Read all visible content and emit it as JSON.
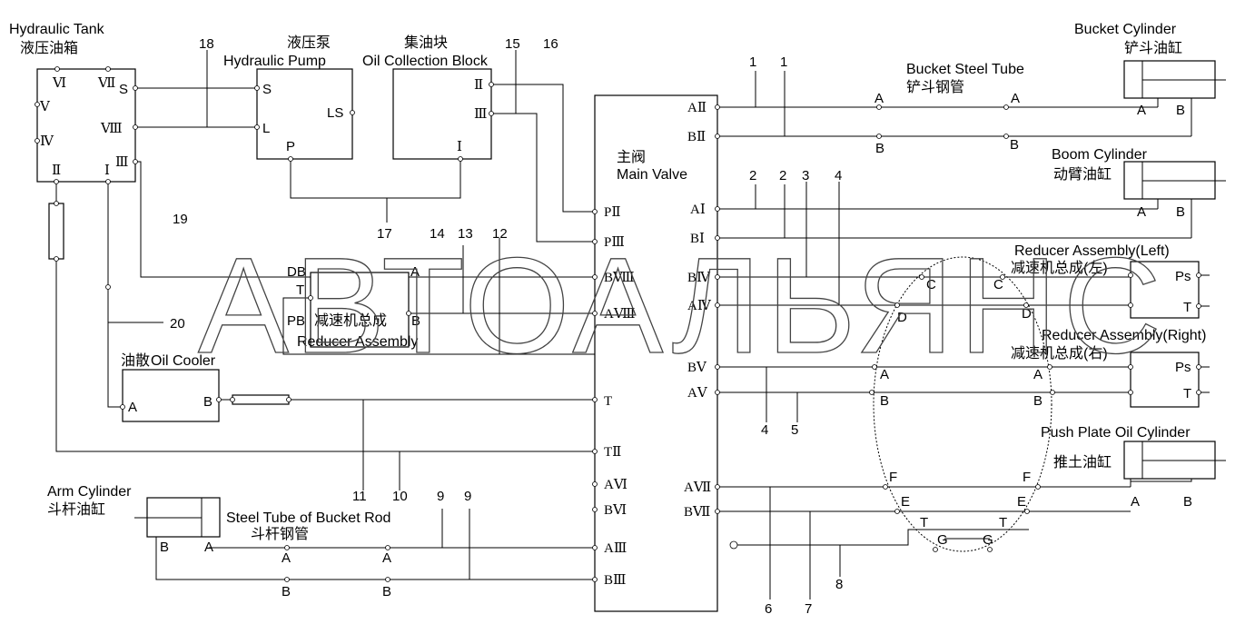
{
  "components": {
    "hydraulic_tank": {
      "en": "Hydraulic Tank",
      "cn": "液压油箱",
      "ports": [
        "Ⅵ",
        "Ⅶ",
        "S",
        "Ⅴ",
        "Ⅳ",
        "Ⅷ",
        "Ⅱ",
        "Ⅰ",
        "Ⅲ"
      ]
    },
    "hydraulic_pump": {
      "cn": "液压泵",
      "en": "Hydraulic Pump",
      "ports": [
        "S",
        "L",
        "LS",
        "P"
      ]
    },
    "oil_collection_block": {
      "cn": "集油块",
      "en": "Oil Collection Block",
      "ports": [
        "Ⅱ",
        "Ⅲ",
        "Ⅰ"
      ]
    },
    "main_valve": {
      "cn": "主阀",
      "en": "Main Valve",
      "ports_left": [
        "PⅡ",
        "PⅢ",
        "BⅧ",
        "AⅧ",
        "T",
        "TⅡ",
        "AⅥ",
        "BⅥ",
        "AⅢ",
        "BⅢ"
      ],
      "ports_right": [
        "AⅡ",
        "BⅡ",
        "AⅠ",
        "BⅠ",
        "BⅣ",
        "AⅣ",
        "BⅤ",
        "AⅤ",
        "AⅦ",
        "BⅦ"
      ]
    },
    "bucket_cylinder": {
      "en": "Bucket Cylinder",
      "cn": "铲斗油缸",
      "a": "A",
      "b": "B"
    },
    "boom_cylinder": {
      "en": "Boom Cylinder",
      "cn": "动臂油缸",
      "a": "A",
      "b": "B"
    },
    "reducer_left": {
      "en": "Reducer Assembly(Left)",
      "cn": "减速机总成(左)",
      "ps": "Ps",
      "t": "T"
    },
    "reducer_right": {
      "en": "Reducer Assembly(Right)",
      "cn": "减速机总成(右)",
      "ps": "Ps",
      "t": "T"
    },
    "push_plate": {
      "en": "Push Plate Oil Cylinder",
      "cn": "推土油缸",
      "a": "A",
      "b": "B"
    },
    "arm_cylinder": {
      "en": "Arm Cylinder",
      "cn": "斗杆油缸",
      "a": "A",
      "b": "B"
    },
    "oil_cooler": {
      "cn": "油散",
      "en": "Oil Cooler",
      "a": "A",
      "b": "B"
    },
    "reducer_assembly": {
      "cn": "减速机总成",
      "en": "Reducer Assembly",
      "db": "DB",
      "t": "T",
      "pb": "PB",
      "a": "A",
      "b": "B"
    },
    "bucket_steel_tube": {
      "en": "Bucket Steel Tube",
      "cn": "铲斗钢管"
    },
    "bucket_rod_tube": {
      "en": "Steel Tube of Bucket Rod",
      "cn": "斗杆钢管"
    }
  },
  "joints": {
    "a": "A",
    "b": "B",
    "c": "C",
    "d": "D",
    "e": "E",
    "f": "F",
    "g": "G",
    "t": "T"
  },
  "line_numbers": [
    "1",
    "1",
    "2",
    "2",
    "3",
    "4",
    "4",
    "5",
    "6",
    "7",
    "8",
    "9",
    "9",
    "10",
    "11",
    "12",
    "13",
    "14",
    "15",
    "16",
    "17",
    "18",
    "19",
    "20"
  ],
  "watermark": "АВТОАЛЬЯНС"
}
